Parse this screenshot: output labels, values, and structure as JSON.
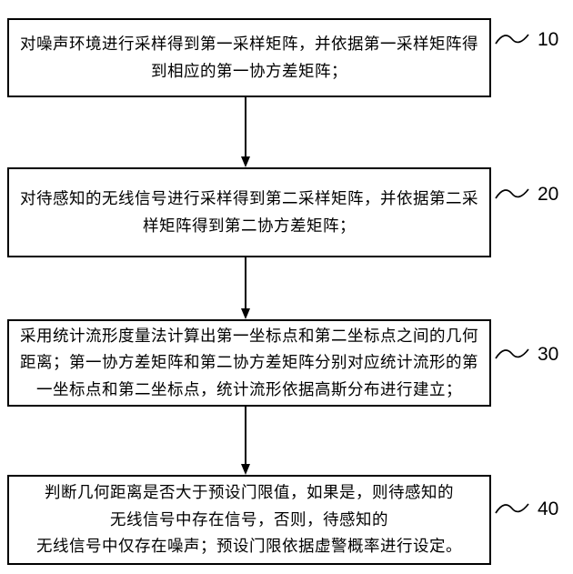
{
  "figure": {
    "background_color": "#ffffff",
    "line_color": "#000000",
    "steps": [
      {
        "ref": "10",
        "text": "对噪声环境进行采样得到第一采样矩阵，并依据第一采样矩阵得\n到相应的第一协方差矩阵；"
      },
      {
        "ref": "20",
        "text": "对待感知的无线信号进行采样得到第二采样矩阵，并依据第二采\n样矩阵得到第二协方差矩阵；"
      },
      {
        "ref": "30",
        "text": "采用统计流形度量法计算出第一坐标点和第二坐标点之间的几何\n距离；第一协方差矩阵和第二协方差矩阵分别对应统计流形的第\n一坐标点和第二坐标点，统计流形依据高斯分布进行建立；"
      },
      {
        "ref": "40",
        "text": "判断几何距离是否大于预设门限值，如果是，则待感知的\n无线信号中存在信号，否则，待感知的\n无线信号中仅存在噪声；预设门限依据虚警概率进行设定。"
      }
    ]
  }
}
